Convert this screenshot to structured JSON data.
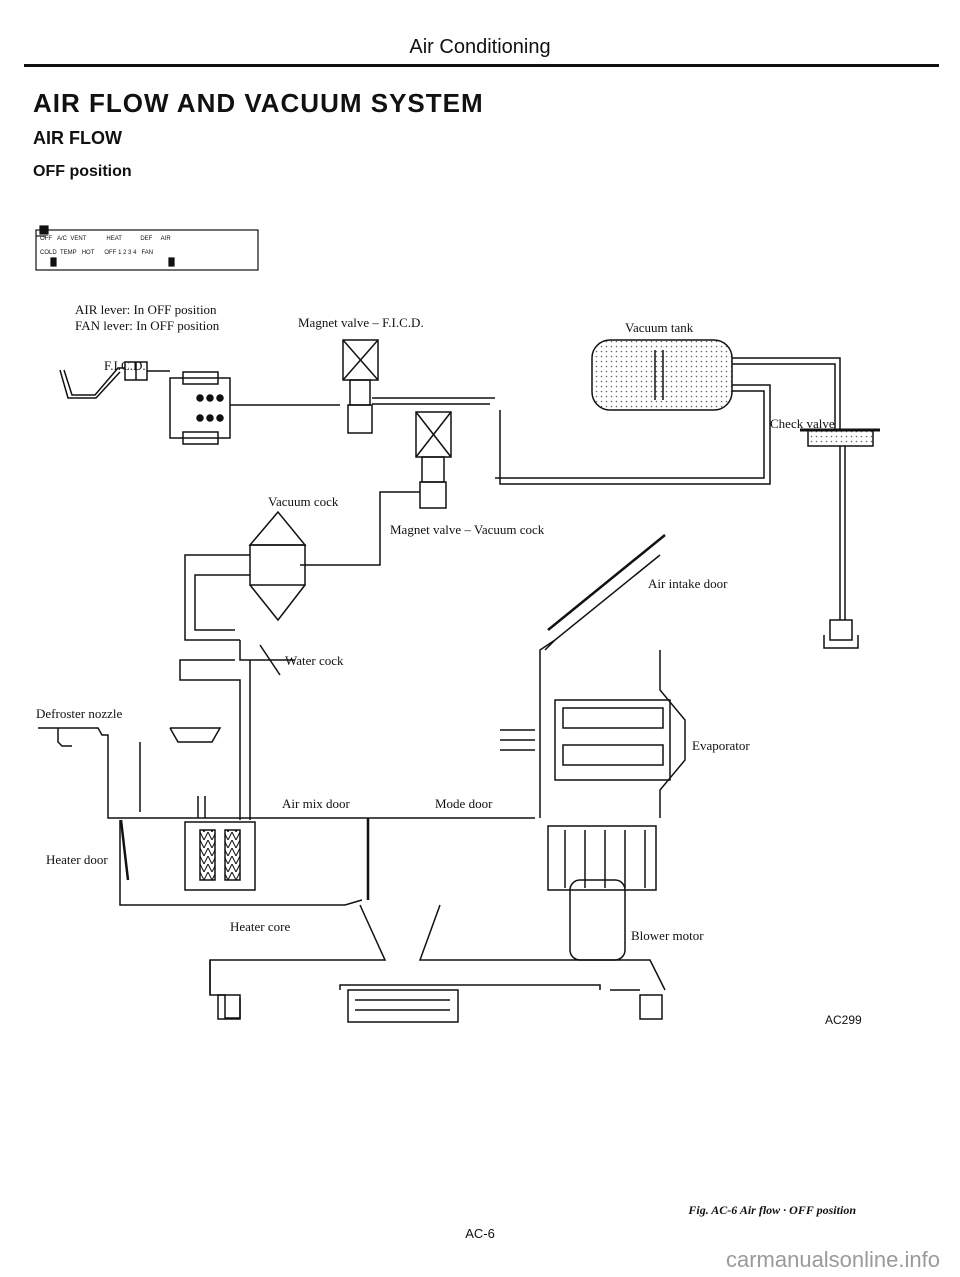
{
  "header": {
    "section_title": "Air Conditioning"
  },
  "headings": {
    "main": "AIR FLOW AND VACUUM SYSTEM",
    "sub": "AIR FLOW",
    "position": "OFF position"
  },
  "control_panel": {
    "row1": [
      "OFF",
      "A/C",
      "VENT",
      "HEAT",
      "DEF",
      "AIR"
    ],
    "row2": [
      "COLD",
      "TEMP",
      "HOT",
      "OFF",
      "1",
      "2",
      "3",
      "4",
      "FAN"
    ]
  },
  "lever_notes": [
    "AIR lever: In OFF position",
    "FAN lever: In OFF position"
  ],
  "diagram_labels": {
    "magnet_valve_ficd": "Magnet valve – F.I.C.D.",
    "vacuum_tank": "Vacuum tank",
    "ficd": "F.I.C.D.",
    "check_valve": "Check valve",
    "vacuum_cock": "Vacuum cock",
    "magnet_valve_vacuum_cock": "Magnet valve – Vacuum cock",
    "air_intake_door": "Air intake door",
    "water_cock": "Water cock",
    "defroster_nozzle": "Defroster nozzle",
    "evaporator": "Evaporator",
    "air_mix_door": "Air mix door",
    "mode_door": "Mode door",
    "heater_door": "Heater door",
    "heater_core": "Heater core",
    "blower_motor": "Blower motor"
  },
  "figure_code": "AC299",
  "caption": "Fig. AC-6 Air flow · OFF position",
  "page_number": "AC-6",
  "watermark": "carmanualsonline.info"
}
